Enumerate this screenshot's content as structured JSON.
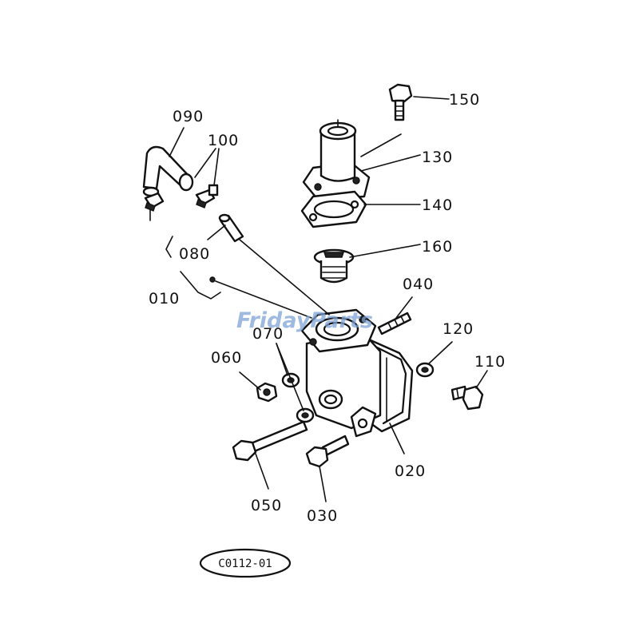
{
  "watermark": {
    "text": "FridayParts",
    "color": "#7fa3d6"
  },
  "drawing_code": "C0112-01",
  "callouts": {
    "p150": "150",
    "p130": "130",
    "p140": "140",
    "p160": "160",
    "p090": "090",
    "p100": "100",
    "p080": "080",
    "p010": "010",
    "p040": "040",
    "p120": "120",
    "p110": "110",
    "p070": "070",
    "p060": "060",
    "p020": "020",
    "p050": "050",
    "p030": "030"
  }
}
